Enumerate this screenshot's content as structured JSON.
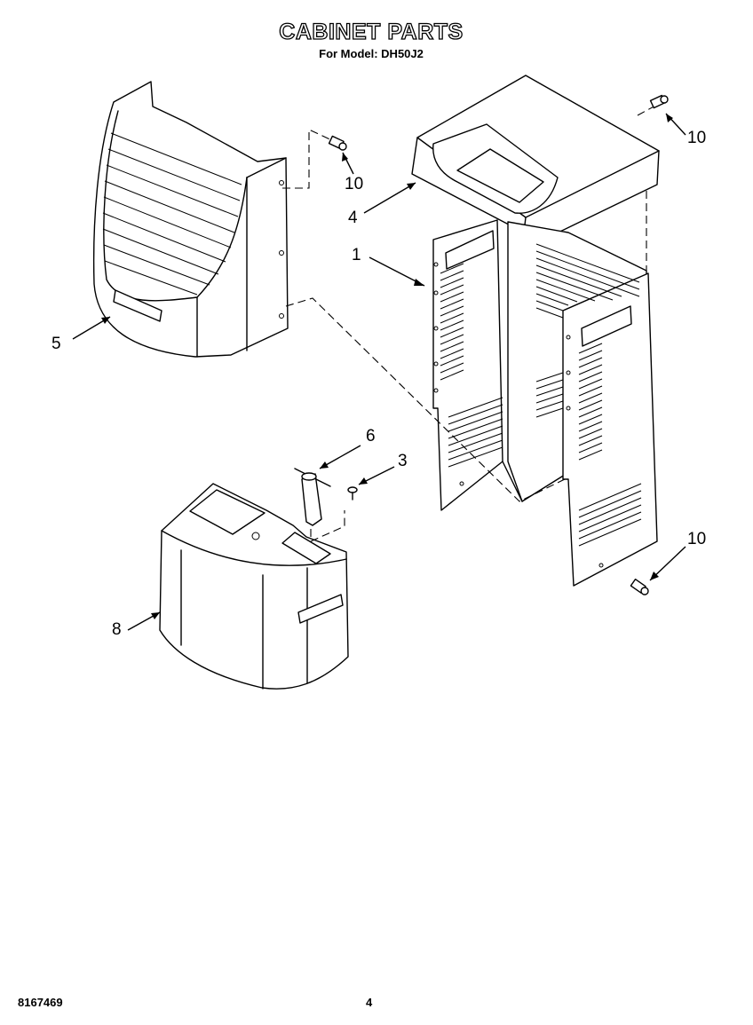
{
  "header": {
    "title": "CABINET PARTS",
    "subtitle": "For Model: DH50J2"
  },
  "callouts": {
    "part_1": "1",
    "part_3": "3",
    "part_4": "4",
    "part_5": "5",
    "part_6": "6",
    "part_8": "8",
    "part_10_top_left": "10",
    "part_10_top_right": "10",
    "part_10_bottom_right": "10"
  },
  "footer": {
    "doc_number": "8167469",
    "page_number": "4"
  }
}
